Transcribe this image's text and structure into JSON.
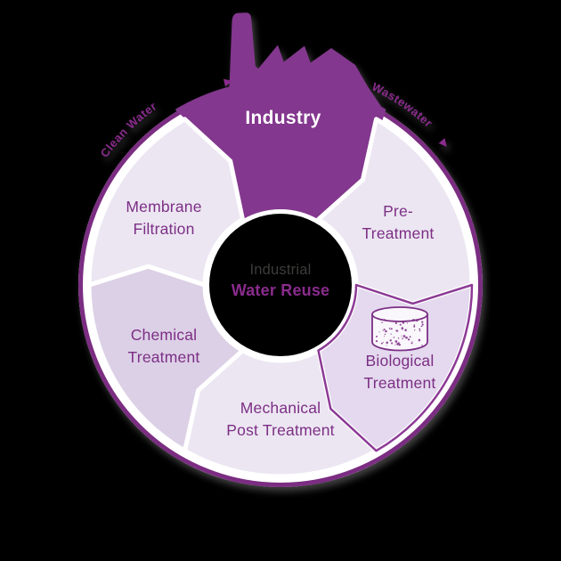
{
  "diagram_title": {
    "line1": "Industrial",
    "line2": "Water Reuse"
  },
  "industry": {
    "label": "Industry",
    "icon": "factory-icon"
  },
  "flow_labels": {
    "clean_water": {
      "text": "Clean Water",
      "arrow": "arrow-toward-industry"
    },
    "wastewater": {
      "text": "Wastewater",
      "arrow": "arrow-toward-pre-treatment"
    }
  },
  "segments": [
    {
      "id": "pre-treatment",
      "line1": "Pre-",
      "line2": "Treatment",
      "highlighted": false
    },
    {
      "id": "biological-treatment",
      "line1": "Biological",
      "line2": "Treatment",
      "highlighted": true,
      "icon": "bioreactor-tank-icon"
    },
    {
      "id": "mechanical-post-treatment",
      "line1": "Mechanical",
      "line2": "Post Treatment",
      "highlighted": false
    },
    {
      "id": "chemical-treatment",
      "line1": "Chemical",
      "line2": "Treatment",
      "highlighted": false
    },
    {
      "id": "membrane-filtration",
      "line1": "Membrane",
      "line2": "Filtration",
      "highlighted": false
    }
  ],
  "flow_direction": "clockwise",
  "colors": {
    "background": "#000000",
    "industry_purple": "#83378E",
    "outer_ring": "#7B2D82",
    "segment_light": "#ECE6F2",
    "segment_chemical": "#DCD0E6",
    "segment_biological": "#E4D9EE",
    "biological_outline": "#8D3A96",
    "label_purple": "#7C2F85",
    "flow_label_purple": "#8A2B8D",
    "center_title_gray": "#3C3C3B",
    "ring_gap_white": "#FFFFFF"
  }
}
